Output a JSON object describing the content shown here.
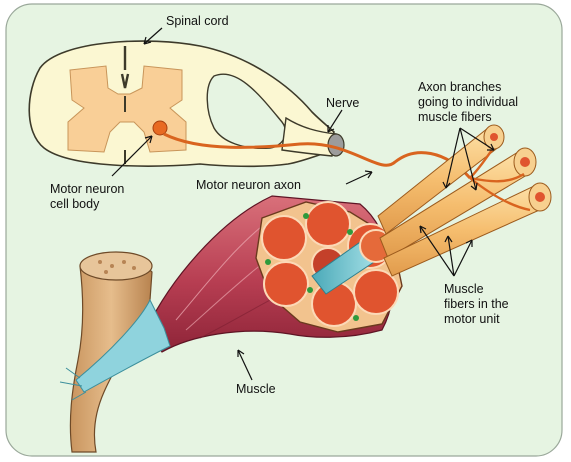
{
  "labels": {
    "spinal_cord": "Spinal cord",
    "nerve": "Nerve",
    "axon_branches_line1": "Axon branches",
    "axon_branches_line2": "going to individual",
    "axon_branches_line3": "muscle fibers",
    "motor_neuron_cell_body_line1": "Motor neuron",
    "motor_neuron_cell_body_line2": "cell body",
    "motor_neuron_axon": "Motor neuron axon",
    "muscle_fibers_line1": "Muscle",
    "muscle_fibers_line2": "fibers in the",
    "muscle_fibers_line3": "motor unit",
    "muscle": "Muscle"
  },
  "colors": {
    "background": "#e6f4e2",
    "spinal_white_matter": "#fbf7d2",
    "spinal_gray_matter": "#f9cf97",
    "axon": "#d9641f",
    "tendon": "#dcb07e",
    "muscle_red": "#c0485a",
    "muscle_fiber": "#f6c57e",
    "fascicle": "#e0542f",
    "nerve_blue": "#6cc3cf"
  }
}
